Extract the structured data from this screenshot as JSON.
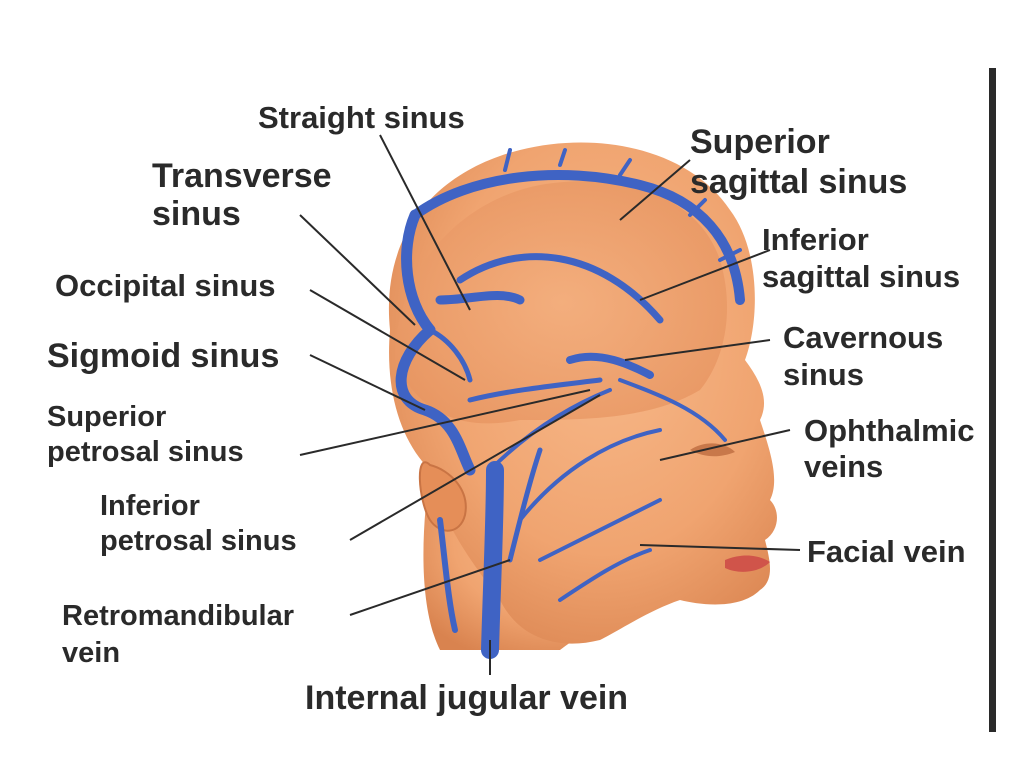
{
  "labels": {
    "straight_sinus": "Straight sinus",
    "superior_sagittal_1": "Superior",
    "superior_sagittal_2": "sagittal sinus",
    "transverse_1": "Transverse",
    "transverse_2": "sinus",
    "inferior_sagittal_1": "Inferior",
    "inferior_sagittal_2": "sagittal sinus",
    "occipital_sinus": "Occipital sinus",
    "cavernous_1": "Cavernous",
    "cavernous_2": "sinus",
    "sigmoid_sinus": "Sigmoid sinus",
    "superior_petrosal_1": "Superior",
    "superior_petrosal_2": "petrosal sinus",
    "ophthalmic_1": "Ophthalmic",
    "ophthalmic_2": "veins",
    "inferior_petrosal_1": "Inferior",
    "inferior_petrosal_2": "petrosal sinus",
    "facial_vein": "Facial vein",
    "retromandibular_1": "Retromandibular",
    "retromandibular_2": "vein",
    "internal_jugular": "Internal jugular vein"
  },
  "colors": {
    "skin": "#f0a470",
    "skin_dark": "#d9834f",
    "vein": "#3f63c4",
    "vein_dark": "#2b4a9e",
    "text": "#2a2a2a"
  }
}
